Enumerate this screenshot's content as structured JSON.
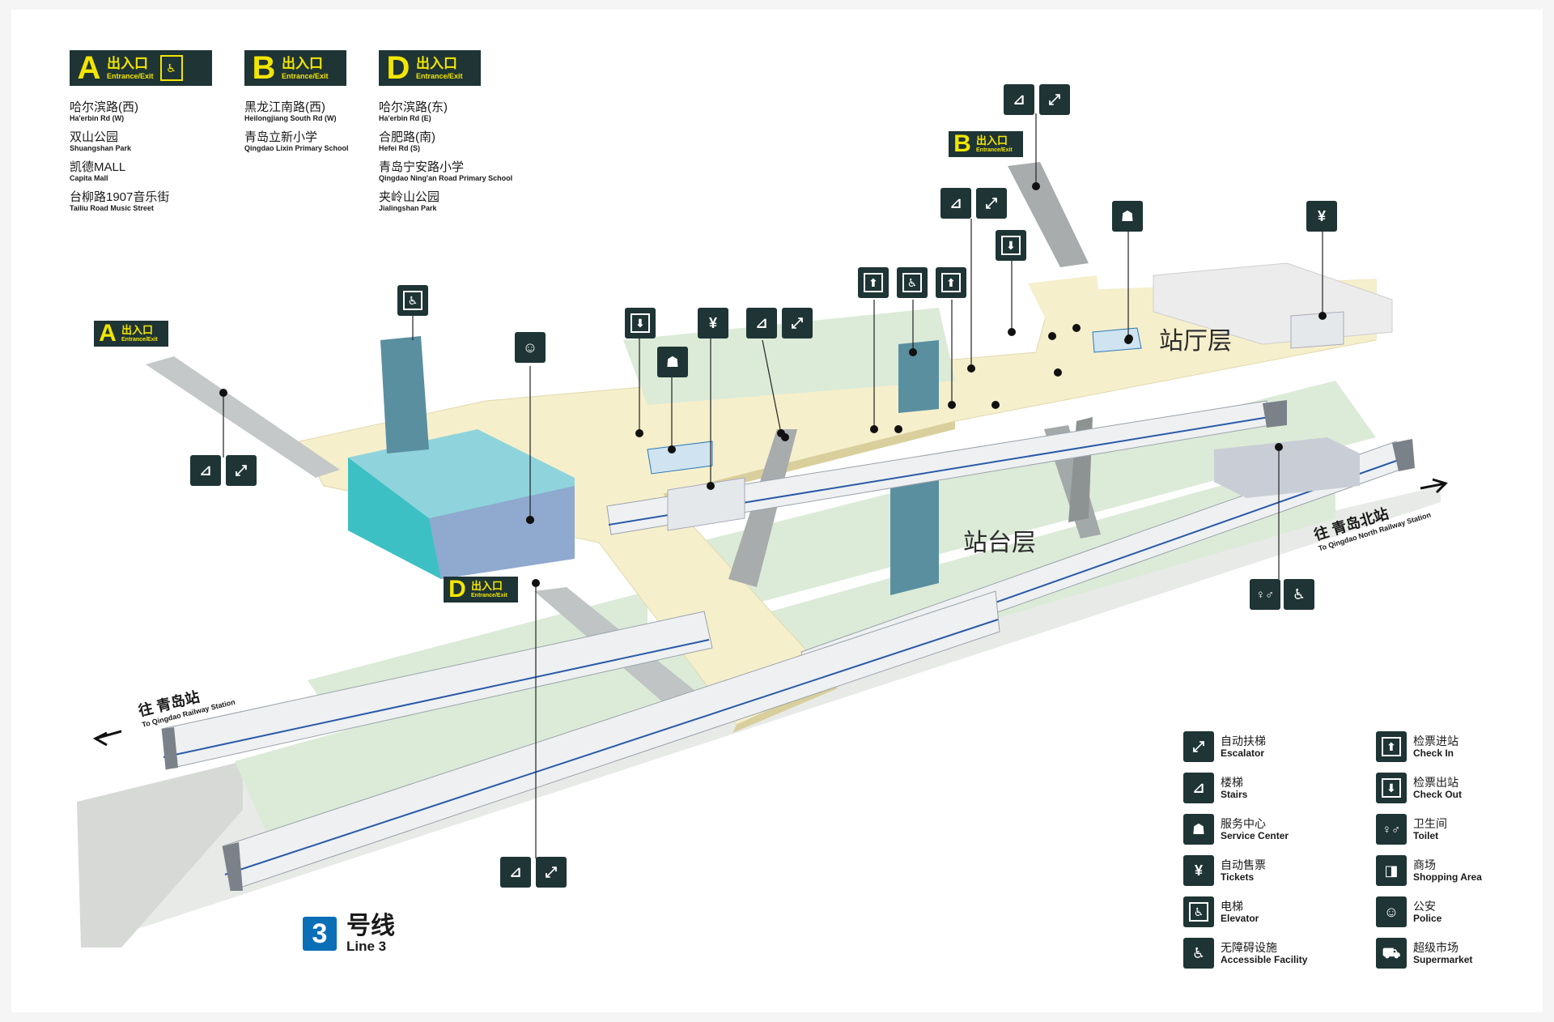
{
  "exits": [
    {
      "letter": "A",
      "cn": "出入口",
      "en": "Entrance/Exit",
      "has_elevator": true,
      "destinations": [
        {
          "cn": "哈尔滨路(西)",
          "en": "Ha'erbin Rd (W)"
        },
        {
          "cn": "双山公园",
          "en": "Shuangshan Park"
        },
        {
          "cn": "凯德MALL",
          "en": "Capita Mall"
        },
        {
          "cn": "台柳路1907音乐街",
          "en": "Tailiu Road Music Street"
        }
      ]
    },
    {
      "letter": "B",
      "cn": "出入口",
      "en": "Entrance/Exit",
      "has_elevator": false,
      "destinations": [
        {
          "cn": "黑龙江南路(西)",
          "en": "Heilongjiang South Rd (W)"
        },
        {
          "cn": "青岛立新小学",
          "en": "Qingdao Lixin Primary School"
        }
      ]
    },
    {
      "letter": "D",
      "cn": "出入口",
      "en": "Entrance/Exit",
      "has_elevator": false,
      "destinations": [
        {
          "cn": "哈尔滨路(东)",
          "en": "Ha'erbin Rd (E)"
        },
        {
          "cn": "合肥路(南)",
          "en": "Hefei Rd (S)"
        },
        {
          "cn": "青岛宁安路小学",
          "en": "Qingdao Ning'an Road Primary School"
        },
        {
          "cn": "夹岭山公园",
          "en": "Jialingshan Park"
        }
      ]
    }
  ],
  "map_exit_tags": {
    "a": {
      "letter": "A",
      "cn": "出入口",
      "en": "Entrance/Exit"
    },
    "b": {
      "letter": "B",
      "cn": "出入口",
      "en": "Entrance/Exit"
    },
    "d": {
      "letter": "D",
      "cn": "出入口",
      "en": "Entrance/Exit"
    }
  },
  "floors": {
    "concourse": "站厅层",
    "platform": "站台层"
  },
  "directions": {
    "left": {
      "cn": "往 青岛站",
      "en": "To Qingdao Railway Station"
    },
    "right": {
      "cn": "往 青岛北站",
      "en": "To Qingdao North Railway Station"
    }
  },
  "line": {
    "number": "3",
    "cn": "号线",
    "en": "Line 3"
  },
  "legend": [
    {
      "icon": "escalator-icon",
      "glyph": "⤢",
      "cn": "自动扶梯",
      "en": "Escalator"
    },
    {
      "icon": "check-in-icon",
      "glyph": "⬆",
      "cn": "检票进站",
      "en": "Check In"
    },
    {
      "icon": "stairs-icon",
      "glyph": "⊿",
      "cn": "楼梯",
      "en": "Stairs"
    },
    {
      "icon": "check-out-icon",
      "glyph": "⬇",
      "cn": "检票出站",
      "en": "Check Out"
    },
    {
      "icon": "service-center-icon",
      "glyph": "☗",
      "cn": "服务中心",
      "en": "Service Center"
    },
    {
      "icon": "toilet-icon",
      "glyph": "♀♂",
      "cn": "卫生间",
      "en": "Toilet"
    },
    {
      "icon": "tickets-icon",
      "glyph": "¥",
      "cn": "自动售票",
      "en": "Tickets"
    },
    {
      "icon": "shopping-icon",
      "glyph": "◨",
      "cn": "商场",
      "en": "Shopping Area"
    },
    {
      "icon": "elevator-icon",
      "glyph": "♿",
      "cn": "电梯",
      "en": "Elevator"
    },
    {
      "icon": "police-icon",
      "glyph": "☺",
      "cn": "公安",
      "en": "Police"
    },
    {
      "icon": "accessible-icon",
      "glyph": "♿",
      "cn": "无障碍设施",
      "en": "Accessible Facility"
    },
    {
      "icon": "supermarket-icon",
      "glyph": "⛟",
      "cn": "超级市场",
      "en": "Supermarket"
    }
  ],
  "colors": {
    "sign_bg": "#1f3434",
    "sign_text": "#f2e600",
    "concourse": "#f6efcc",
    "platform": "#dcebd8",
    "line_blue": "#0a6fb7",
    "column": "#5a8fa0"
  }
}
